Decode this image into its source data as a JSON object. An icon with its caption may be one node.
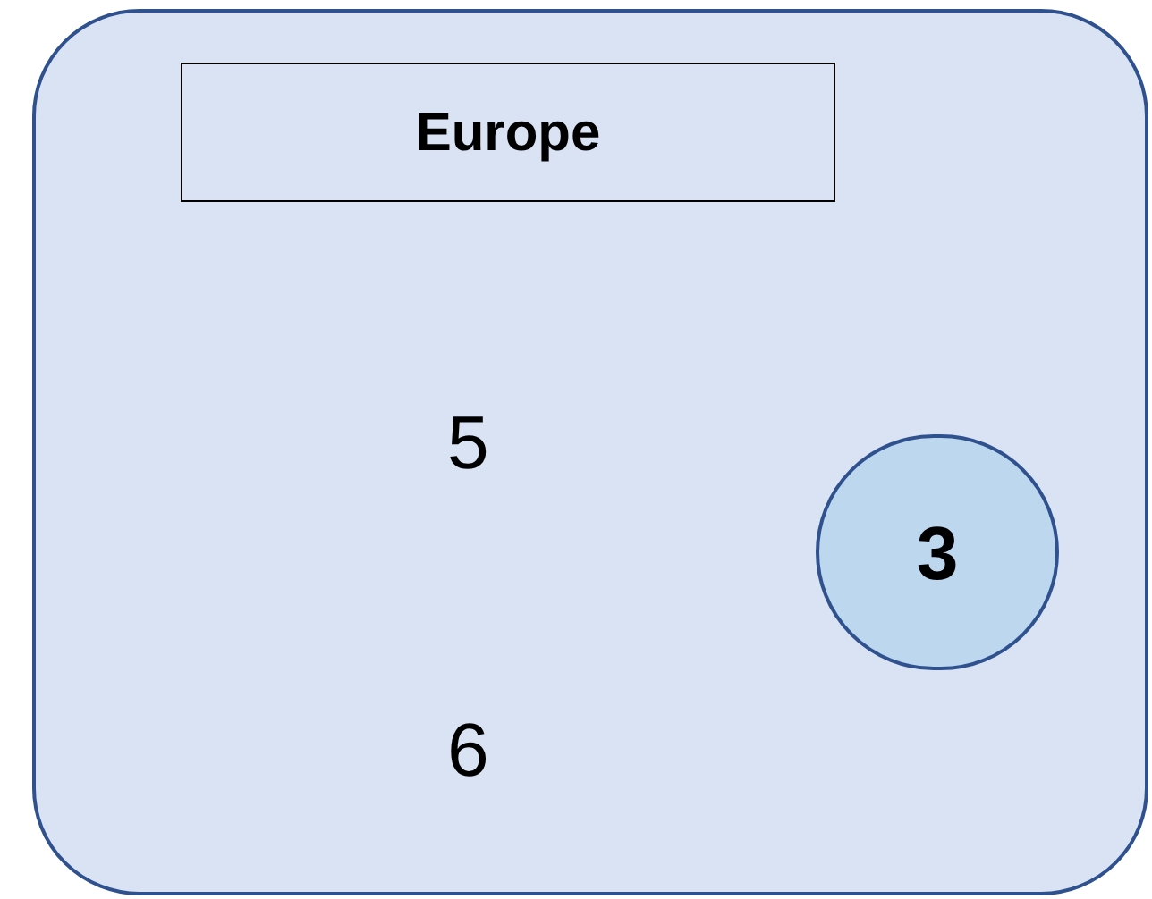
{
  "diagram": {
    "nodes": [
      {
        "text": [],
        "shape": "box"
      },
      {
        "text": [
          "Europe"
        ],
        "in": 0
      },
      {
        "text": [
          "3"
        ],
        "in": 0
      }
    ],
    "labels": [
      "5",
      "6"
    ]
  }
}
